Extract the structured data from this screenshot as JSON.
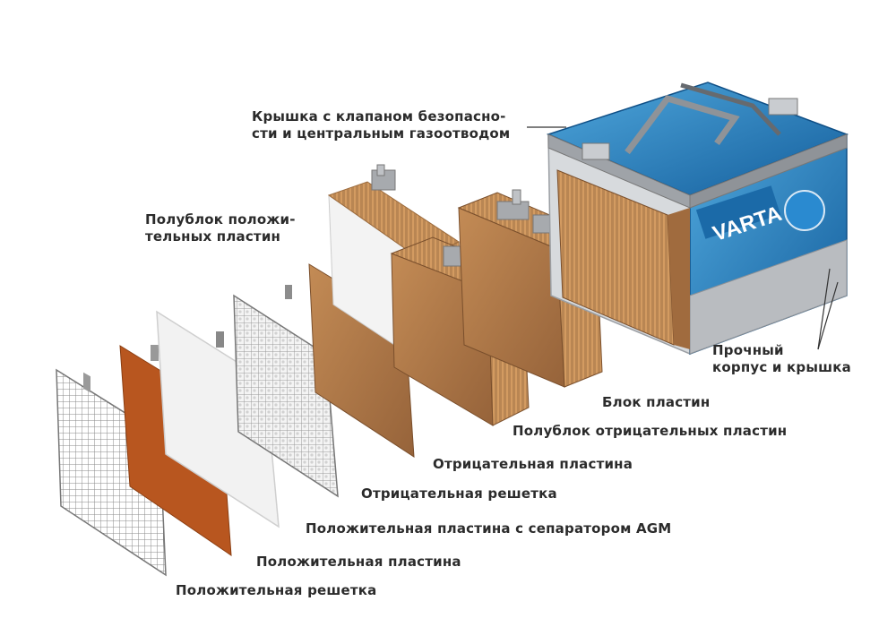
{
  "labels": {
    "lid": [
      "Крышка с клапаном безопасно-",
      "сти и центральным газоотводом"
    ],
    "positive_half_block": [
      "Полублок положи-",
      "тельных пластин"
    ],
    "case": [
      "Прочный",
      "корпус и крышка"
    ],
    "plate_block": "Блок пластин",
    "negative_half_block": "Полублок отрицательных пластин",
    "negative_plate": "Отрицательная пластина",
    "negative_grid": "Отрицательная решетка",
    "positive_plate_agm": "Положительная пластина с сепаратором AGM",
    "positive_plate": "Положительная пластина",
    "positive_grid": "Положительная решетка"
  },
  "brand": {
    "name": "VARTA"
  },
  "colors": {
    "battery_blue": "#1f7fc0",
    "case_grey": "#c9ccd0",
    "plate_brown": "#b57a45",
    "positive_plate_orange": "#b8561f",
    "separator_white": "#f2f2f2",
    "label_text": "#2b2b2b"
  }
}
